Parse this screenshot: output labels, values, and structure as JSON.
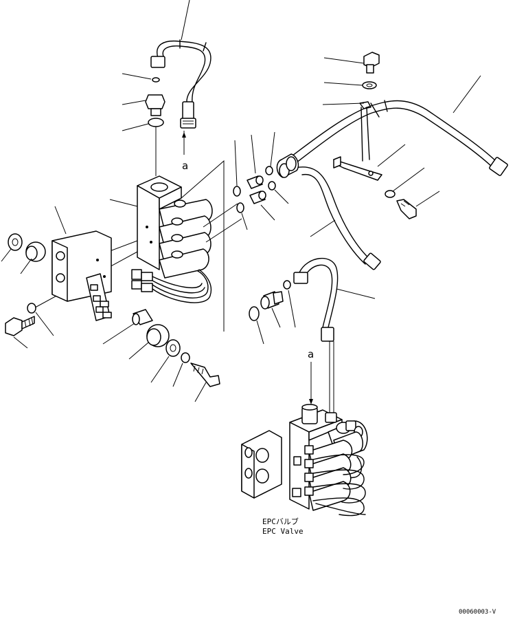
{
  "diagram": {
    "marker_upper": "a",
    "marker_lower": "a",
    "caption_jp": "EPCバルブ",
    "caption_en": "EPC Valve",
    "drawing_code": "00060003-V"
  }
}
